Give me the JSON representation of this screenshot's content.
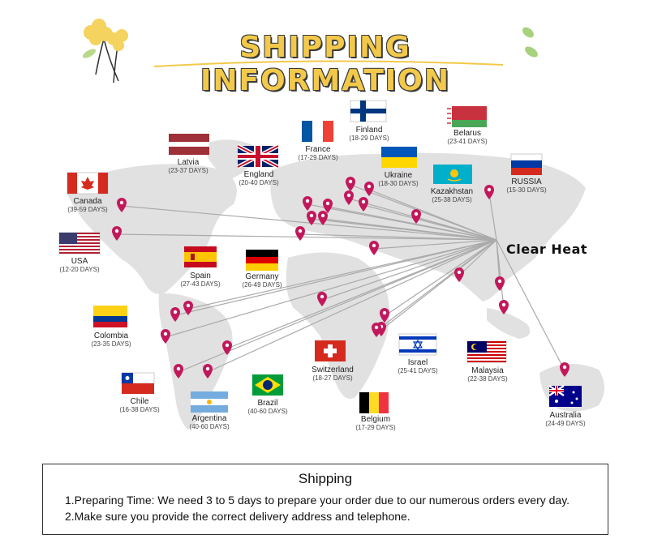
{
  "header": {
    "title": "SHIPPING INFORMATION"
  },
  "hub": {
    "label": "Clear Heat"
  },
  "countries": [
    {
      "name": "Canada",
      "days": "(39-59 DAYS)"
    },
    {
      "name": "USA",
      "days": "(12-20 DAYS)"
    },
    {
      "name": "Latvia",
      "days": "(23-37 DAYS)"
    },
    {
      "name": "England",
      "days": "(20-40 DAYS)"
    },
    {
      "name": "France",
      "days": "(17-29 DAYS)"
    },
    {
      "name": "Finland",
      "days": "(18-29 DAYS)"
    },
    {
      "name": "Ukraine",
      "days": "(18-30 DAYS)"
    },
    {
      "name": "Belarus",
      "days": "(23-41 DAYS)"
    },
    {
      "name": "Kazakhstan",
      "days": "(25-38 DAYS)"
    },
    {
      "name": "RUSSIA",
      "days": "(15-30 DAYS)"
    },
    {
      "name": "Spain",
      "days": "(27-43 DAYS)"
    },
    {
      "name": "Germany",
      "days": "(26-49 DAYS)"
    },
    {
      "name": "Colombia",
      "days": "(23-35 DAYS)"
    },
    {
      "name": "Chile",
      "days": "(16-38 DAYS)"
    },
    {
      "name": "Argentina",
      "days": "(40-60 DAYS)"
    },
    {
      "name": "Brazil",
      "days": "(40-60 DAYS)"
    },
    {
      "name": "Switzerland",
      "days": "(18-27 DAYS)"
    },
    {
      "name": "Israel",
      "days": "(25-41 DAYS)"
    },
    {
      "name": "Belgium",
      "days": "(17-29 DAYS)"
    },
    {
      "name": "Malaysia",
      "days": "(22-38 DAYS)"
    },
    {
      "name": "Australia",
      "days": "(24-49 DAYS)"
    }
  ],
  "shipping": {
    "title": "Shipping",
    "line1": "1.Preparing Time: We need 3 to 5 days to prepare your order due to our numerous orders every day.",
    "line2": "2.Make sure you provide the correct delivery address and telephone."
  }
}
